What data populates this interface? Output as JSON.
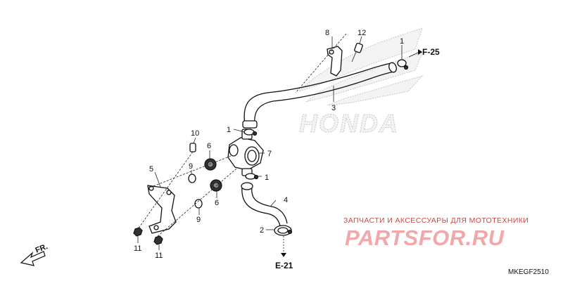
{
  "diagram": {
    "callouts": {
      "c1a": "1",
      "c1b": "1",
      "c1c": "1",
      "c2": "2",
      "c3": "3",
      "c4": "4",
      "c5": "5",
      "c6a": "6",
      "c6b": "6",
      "c7": "7",
      "c8": "8",
      "c9a": "9",
      "c9b": "9",
      "c10": "10",
      "c11a": "11",
      "c11b": "11",
      "c12": "12"
    },
    "references": {
      "f25": "F-25",
      "e21": "E-21",
      "front": "FR."
    },
    "diagram_code": "MKEGF2510"
  },
  "watermark": {
    "brand": "HONDA",
    "shop_tagline": "ЗАПЧАСТИ И АКСЕССУАРЫ ДЛЯ МОТОТЕХНИКИ",
    "shop_logo": "PARTSFOR.RU"
  }
}
